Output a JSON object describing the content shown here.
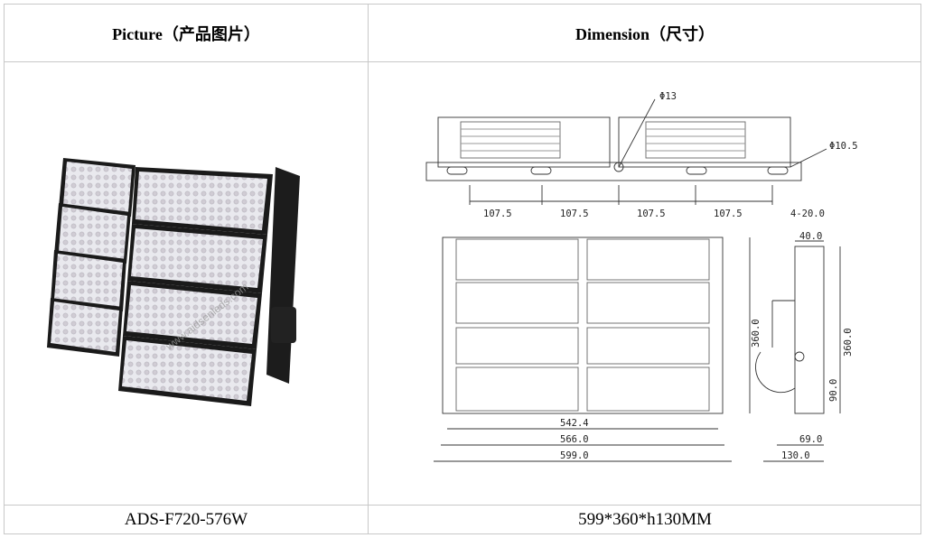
{
  "header": {
    "picture_label": "Picture（产品图片）",
    "dimension_label": "Dimension（尺寸）"
  },
  "footer": {
    "model": "ADS-F720-576W",
    "size": "599*360*h130MM"
  },
  "photo": {
    "watermark": "www.aidsenleds.com"
  },
  "drawing": {
    "top_view": {
      "hole_large": "Φ13",
      "hole_small": "Φ10.5",
      "spacings": [
        "107.5",
        "107.5",
        "107.5",
        "107.5"
      ],
      "holes": "4-20.0"
    },
    "front_view": {
      "inner_width": "542.4",
      "mid_width": "566.0",
      "outer_width": "599.0",
      "height": "360.0"
    },
    "side_view": {
      "top_width": "40.0",
      "height": "360.0",
      "offset": "90.0",
      "bracket": "69.0",
      "depth": "130.0"
    }
  },
  "colors": {
    "border": "#c8c8c8",
    "line": "#333333"
  }
}
